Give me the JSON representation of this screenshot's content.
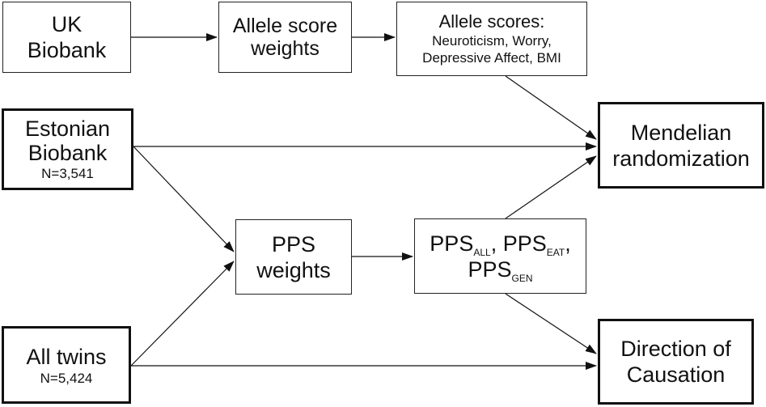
{
  "nodes": {
    "uk_biobank": {
      "line1": "UK",
      "line2": "Biobank"
    },
    "allele_score_weights": {
      "line1": "Allele score",
      "line2": "weights"
    },
    "allele_scores": {
      "title": "Allele scores:",
      "line2": "Neuroticism, Worry,",
      "line3": "Depressive Affect, BMI"
    },
    "estonian_biobank": {
      "line1": "Estonian",
      "line2": "Biobank",
      "n": "N=3,541"
    },
    "mendelian_randomization": {
      "line1": "Mendelian",
      "line2": "randomization"
    },
    "pps_weights": {
      "line1": "PPS",
      "line2": "weights"
    },
    "pps_scores": {
      "pps1": "PPS",
      "sub1": "ALL",
      "sep1": ", ",
      "pps2": "PPS",
      "sub2": "EAT",
      "sep2": ",",
      "pps3": "PPS",
      "sub3": "GEN"
    },
    "all_twins": {
      "line1": "All twins",
      "n": "N=5,424"
    },
    "direction_of_causation": {
      "line1": "Direction of",
      "line2": "Causation"
    }
  }
}
